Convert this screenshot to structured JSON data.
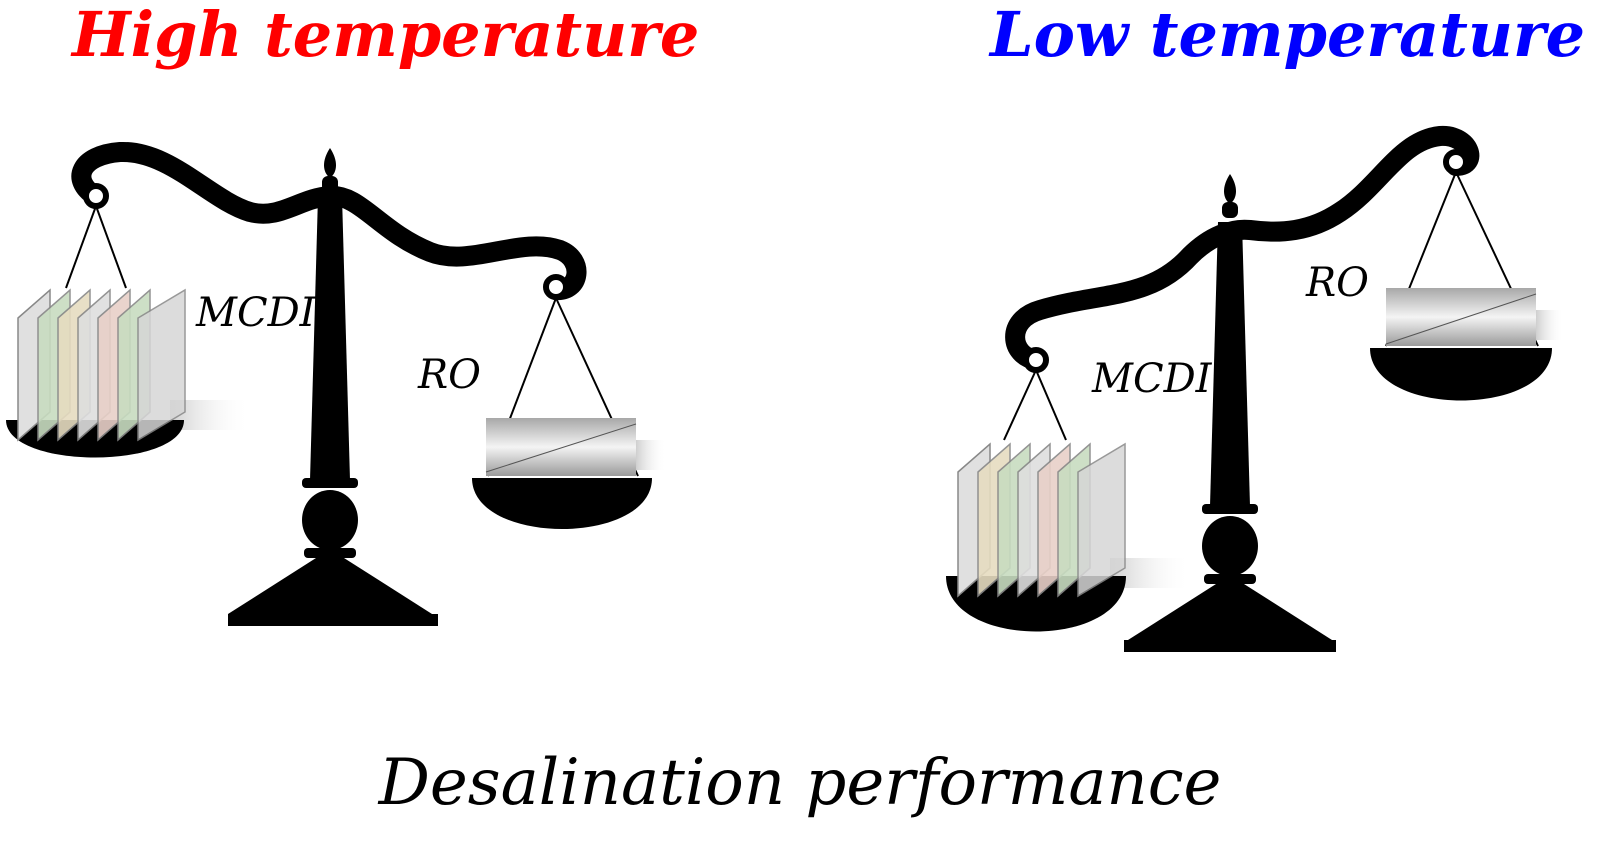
{
  "panels": {
    "high": {
      "title": "High temperature",
      "title_color": "#ff0000",
      "left_pan_label": "MCDI",
      "right_pan_label": "RO"
    },
    "low": {
      "title": "Low temperature",
      "title_color": "#0000ff",
      "left_pan_label": "MCDI",
      "right_pan_label": "RO"
    }
  },
  "caption": "Desalination performance",
  "colors": {
    "scale": "#000000",
    "text": "#000000",
    "plate_gray": "#dcdcdc",
    "plate_green": "#c8dcc0",
    "plate_tan": "#e6dcc0",
    "plate_pink": "#e8d0c8"
  },
  "icons": {
    "balance": "balance-scale-icon",
    "membrane_stack": "electrode-stack-icon",
    "membrane_sheet": "ro-membrane-icon"
  }
}
